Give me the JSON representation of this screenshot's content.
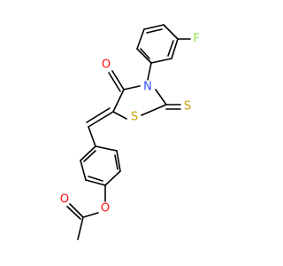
{
  "atoms": {
    "fluorine": "F",
    "nitrogen": "N",
    "carbonyl_oxygen": "O",
    "ring_sulfur": "S",
    "thione_sulfur": "S",
    "ester_oxygen": "O",
    "acetyl_oxygen": "O"
  },
  "colors": {
    "bond": "#000000",
    "fluorine": "#90E050",
    "nitrogen": "#3050F8",
    "oxygen": "#FF0D0D",
    "sulfur": "#C8A000",
    "background": "#FFFFFF"
  }
}
